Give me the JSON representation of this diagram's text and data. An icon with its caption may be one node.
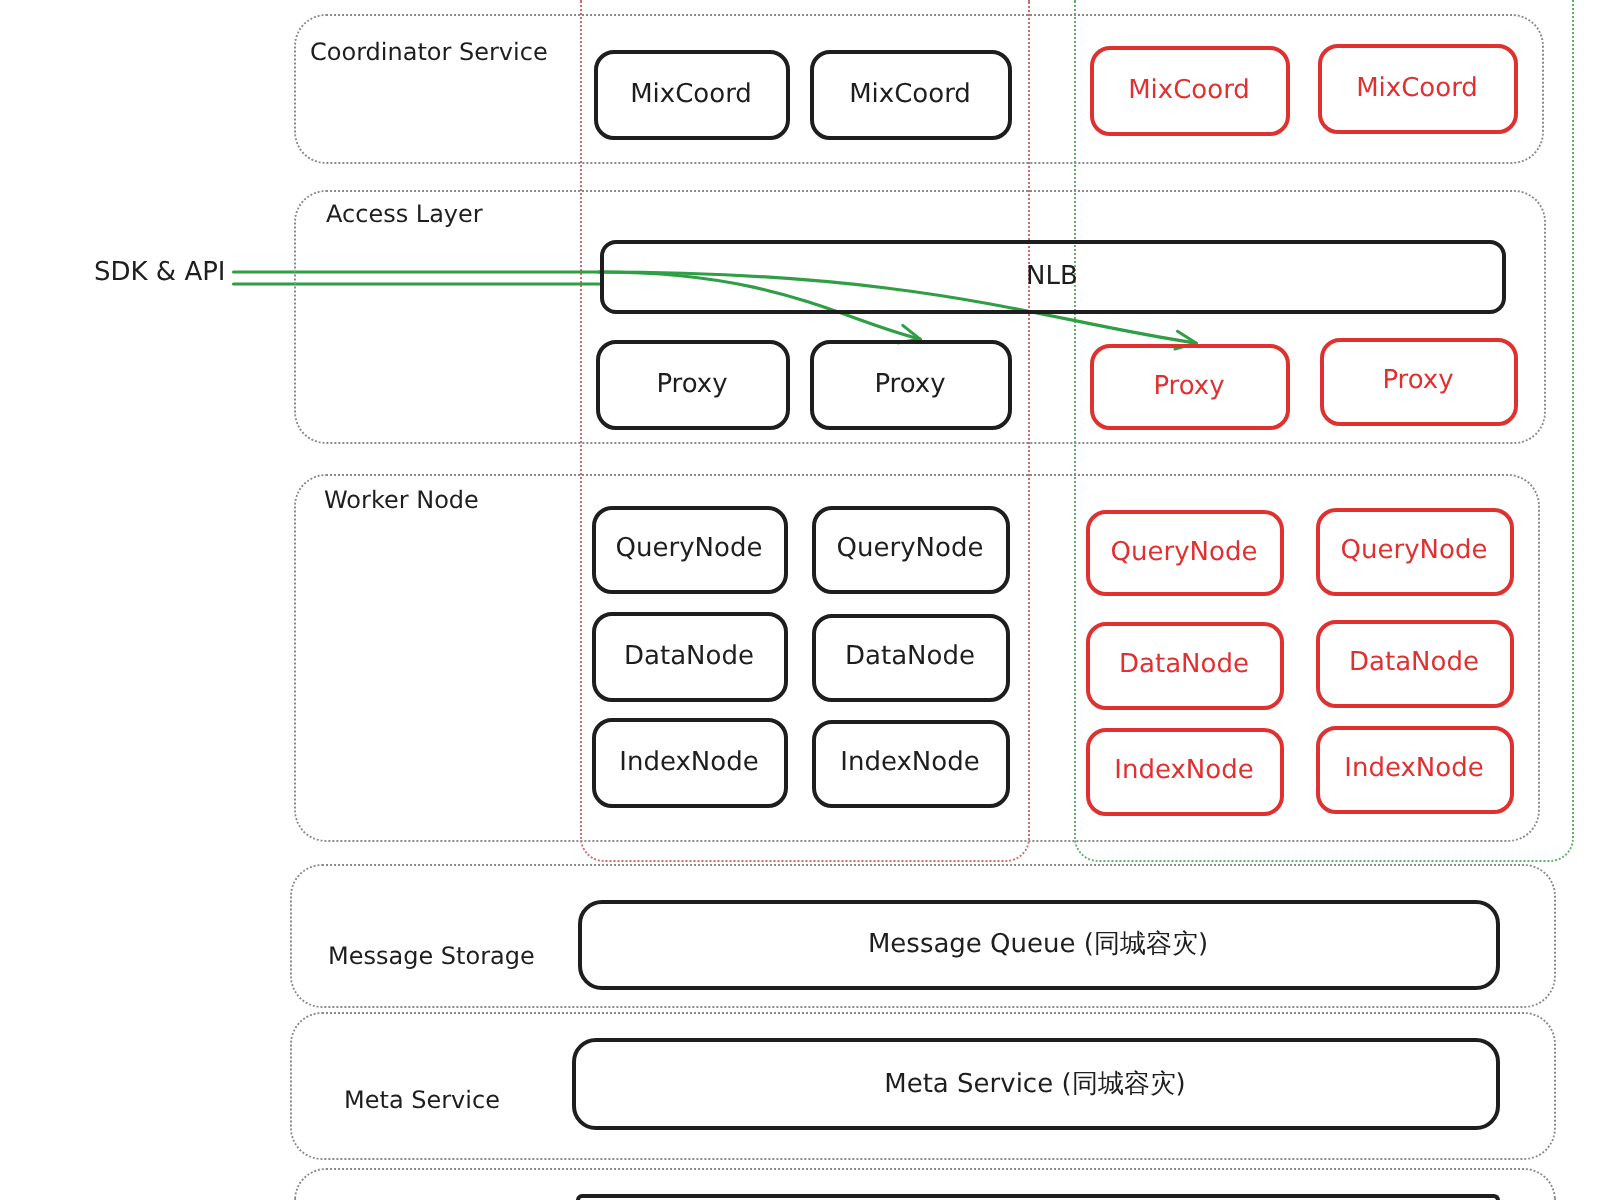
{
  "diagram": {
    "nodes": [
      {
        "text": [
          "Coordinator Service"
        ]
      },
      {
        "text": [
          "MixCoord"
        ],
        "in": 0
      },
      {
        "text": [
          "MixCoord"
        ],
        "in": 0
      },
      {
        "text": [
          "MixCoord"
        ],
        "in": 0
      },
      {
        "text": [
          "MixCoord"
        ],
        "in": 0
      },
      {
        "text": [
          "Access Layer"
        ]
      },
      {
        "text": [
          "SDK & API"
        ]
      },
      {
        "text": [
          "NLB"
        ],
        "in": 5
      },
      {
        "text": [
          "Proxy"
        ],
        "in": 5
      },
      {
        "text": [
          "Proxy"
        ],
        "in": 5
      },
      {
        "text": [
          "Proxy"
        ],
        "in": 5
      },
      {
        "text": [
          "Proxy"
        ],
        "in": 5
      },
      {
        "text": [
          "Worker Node"
        ]
      },
      {
        "text": [
          "QueryNode"
        ],
        "in": 12
      },
      {
        "text": [
          "QueryNode"
        ],
        "in": 12
      },
      {
        "text": [
          "QueryNode"
        ],
        "in": 12
      },
      {
        "text": [
          "QueryNode"
        ],
        "in": 12
      },
      {
        "text": [
          "DataNode"
        ],
        "in": 12
      },
      {
        "text": [
          "DataNode"
        ],
        "in": 12
      },
      {
        "text": [
          "DataNode"
        ],
        "in": 12
      },
      {
        "text": [
          "DataNode"
        ],
        "in": 12
      },
      {
        "text": [
          "IndexNode"
        ],
        "in": 12
      },
      {
        "text": [
          "IndexNode"
        ],
        "in": 12
      },
      {
        "text": [
          "IndexNode"
        ],
        "in": 12
      },
      {
        "text": [
          "IndexNode"
        ],
        "in": 12
      },
      {
        "text": [
          "Message Storage"
        ]
      },
      {
        "text": [
          "Message Queue (同城容灾)"
        ],
        "in": 25
      },
      {
        "text": [
          "Meta Service"
        ]
      },
      {
        "text": [
          "Meta Service (同城容灾)"
        ],
        "in": 27
      },
      {
        "text": [],
        "shape": "box"
      },
      {
        "text": [],
        "shape": "box",
        "in": 29
      }
    ],
    "edges": [
      {
        "from": 6,
        "to": 7,
        "arrow": "none"
      },
      {
        "from": 6,
        "to": 7,
        "arrow": "none"
      },
      {
        "from": 7,
        "to": 9,
        "arrow": "to"
      },
      {
        "from": 7,
        "to": 10,
        "arrow": "to"
      }
    ]
  }
}
